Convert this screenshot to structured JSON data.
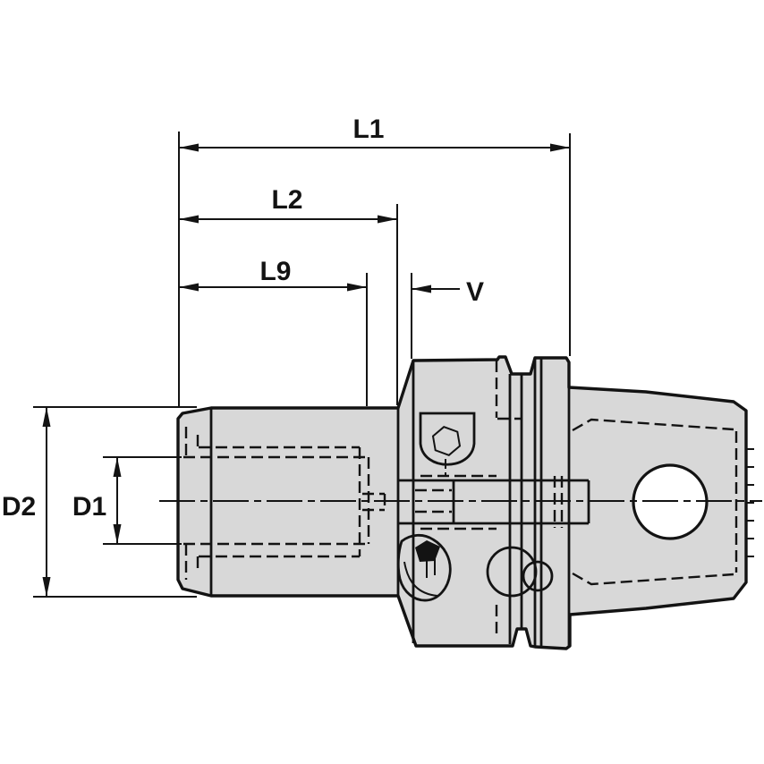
{
  "drawing": {
    "dimension_labels": {
      "l1": "L1",
      "l2": "L2",
      "l9": "L9",
      "v": "V",
      "d1": "D1",
      "d2": "D2"
    },
    "colors": {
      "background": "#ffffff",
      "part_fill": "#d8d8d8",
      "line": "#131313"
    }
  }
}
